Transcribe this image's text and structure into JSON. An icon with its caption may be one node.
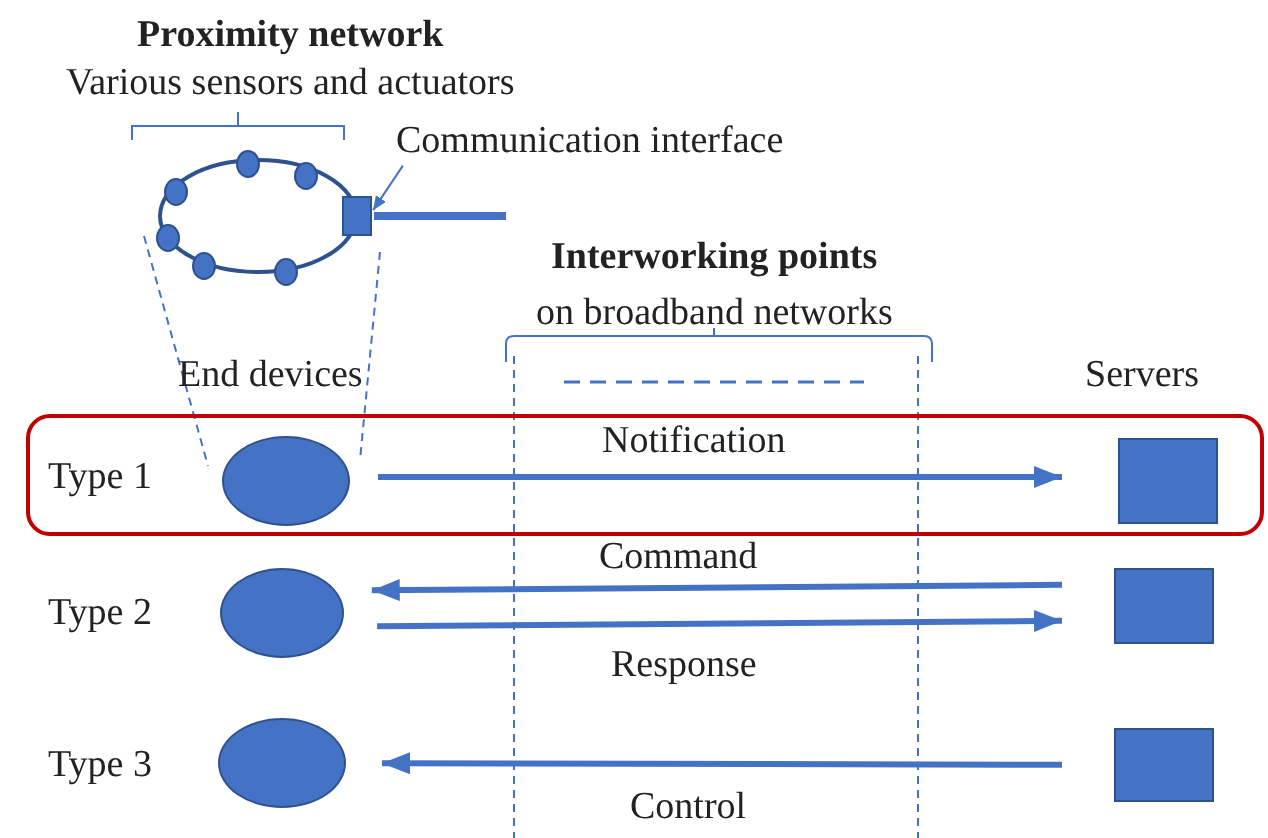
{
  "diagram": {
    "nodes": [
      {
        "text": [
          "Communication interface"
        ]
      },
      {
        "text": [],
        "shape": "box"
      },
      {
        "text": [
          "Type 1"
        ]
      },
      {
        "text": [],
        "shape": "ellipse",
        "in": 2
      },
      {
        "text": [],
        "shape": "box",
        "in": 2
      },
      {
        "text": [],
        "shape": "ellipse"
      },
      {
        "text": [],
        "shape": "box"
      },
      {
        "text": [],
        "shape": "ellipse"
      },
      {
        "text": [],
        "shape": "box"
      }
    ],
    "edges": [
      {
        "from": 0,
        "to": 1,
        "arrow": "to"
      },
      {
        "from": 1,
        "to": null,
        "arrow": "none"
      },
      {
        "from": 3,
        "to": 4,
        "arrow": "to",
        "label": "Notification"
      },
      {
        "from": 6,
        "to": 5,
        "arrow": "to",
        "label": "Command"
      },
      {
        "from": 5,
        "to": 6,
        "arrow": "to",
        "label": "Response"
      },
      {
        "from": 8,
        "to": 7,
        "arrow": "to",
        "label": "Control"
      }
    ],
    "labels": [
      "Proximity network",
      "Various sensors and actuators",
      "Interworking points",
      "on broadband networks",
      "End devices",
      "Servers",
      "Type 2",
      "Type 3"
    ]
  }
}
